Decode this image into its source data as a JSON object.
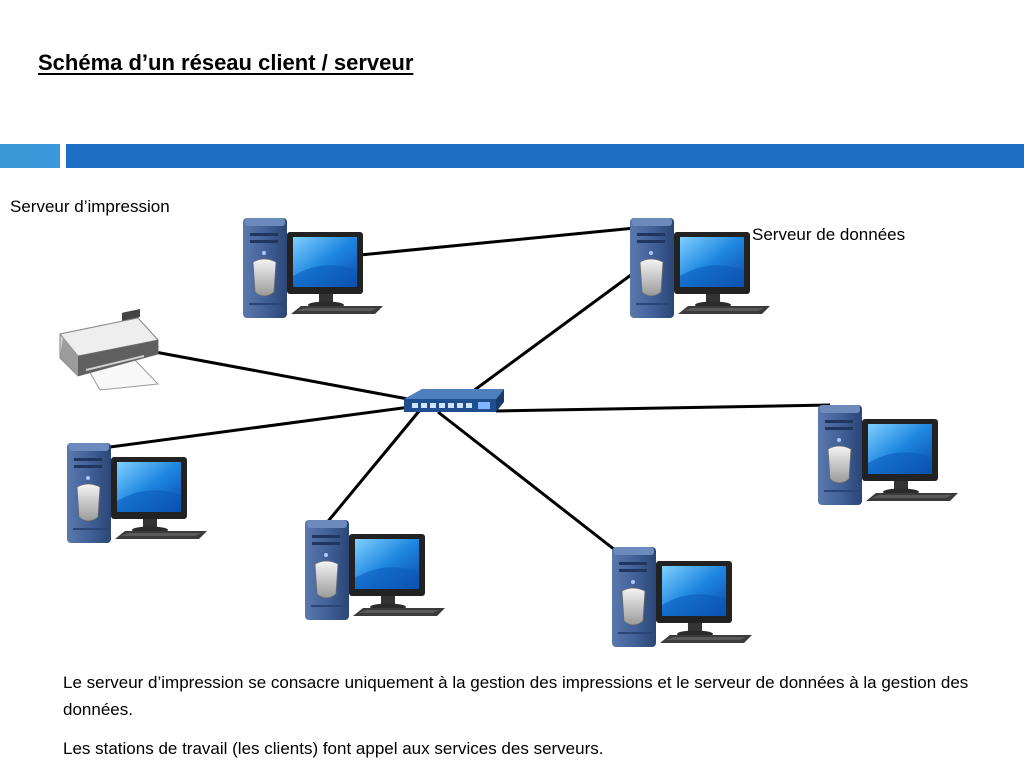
{
  "slide": {
    "title": "Schéma d’un réseau client / serveur",
    "accent_colors": {
      "light": "#3a9ad9",
      "dark": "#1d6ec2"
    }
  },
  "diagram": {
    "labels": {
      "print_server": "Serveur d’impression",
      "data_server": "Serveur de données"
    },
    "nodes": [
      {
        "id": "print-server",
        "kind": "computer",
        "icon": "desktop-computer-icon"
      },
      {
        "id": "data-server",
        "kind": "computer",
        "icon": "desktop-computer-icon"
      },
      {
        "id": "printer",
        "kind": "printer",
        "icon": "printer-icon"
      },
      {
        "id": "switch",
        "kind": "switch",
        "icon": "network-switch-icon"
      },
      {
        "id": "client-left",
        "kind": "computer",
        "icon": "desktop-computer-icon"
      },
      {
        "id": "client-right",
        "kind": "computer",
        "icon": "desktop-computer-icon"
      },
      {
        "id": "client-bottom-left",
        "kind": "computer",
        "icon": "desktop-computer-icon"
      },
      {
        "id": "client-bottom-right",
        "kind": "computer",
        "icon": "desktop-computer-icon"
      }
    ],
    "edges": [
      {
        "from": "print-server",
        "to": "data-server"
      },
      {
        "from": "data-server",
        "to": "switch"
      },
      {
        "from": "printer",
        "to": "switch"
      },
      {
        "from": "client-left",
        "to": "switch"
      },
      {
        "from": "client-right",
        "to": "switch"
      },
      {
        "from": "client-bottom-left",
        "to": "switch"
      },
      {
        "from": "client-bottom-right",
        "to": "switch"
      }
    ]
  },
  "text": {
    "paragraph1": "Le serveur d’impression se consacre uniquement à la gestion des impressions et le serveur de données à la gestion des données.",
    "paragraph2": "Les stations de travail (les clients) font appel aux services des serveurs."
  }
}
